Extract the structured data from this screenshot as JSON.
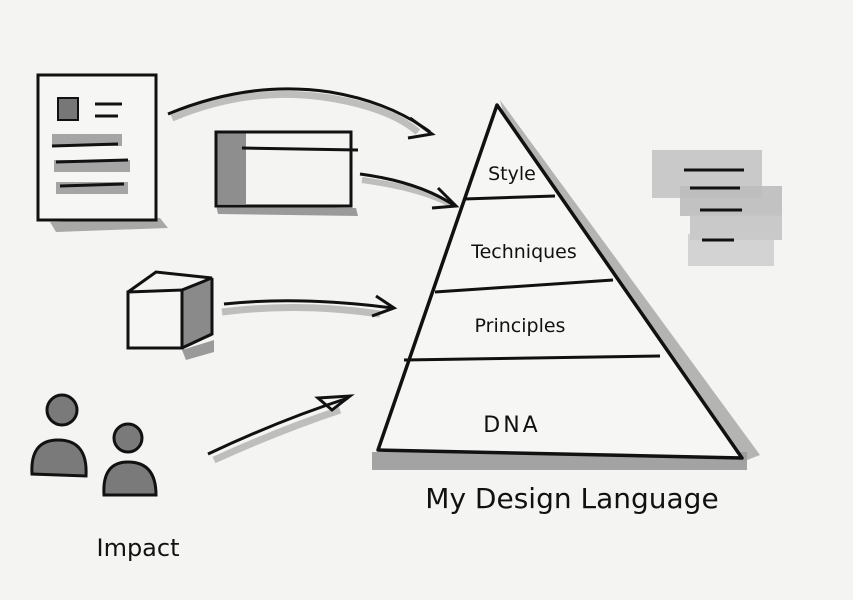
{
  "diagram": {
    "pyramid_levels": [
      "Style",
      "Techniques",
      "Principles",
      "DNA"
    ],
    "caption": "My Design Language",
    "impact_label": "Impact"
  },
  "colors": {
    "ink": "#111111",
    "shadow": "#9a9a9a",
    "paper": "#f4f4f2"
  },
  "icons": [
    "document-icon",
    "window-icon",
    "cube-icon",
    "people-icon",
    "notes-icon"
  ]
}
